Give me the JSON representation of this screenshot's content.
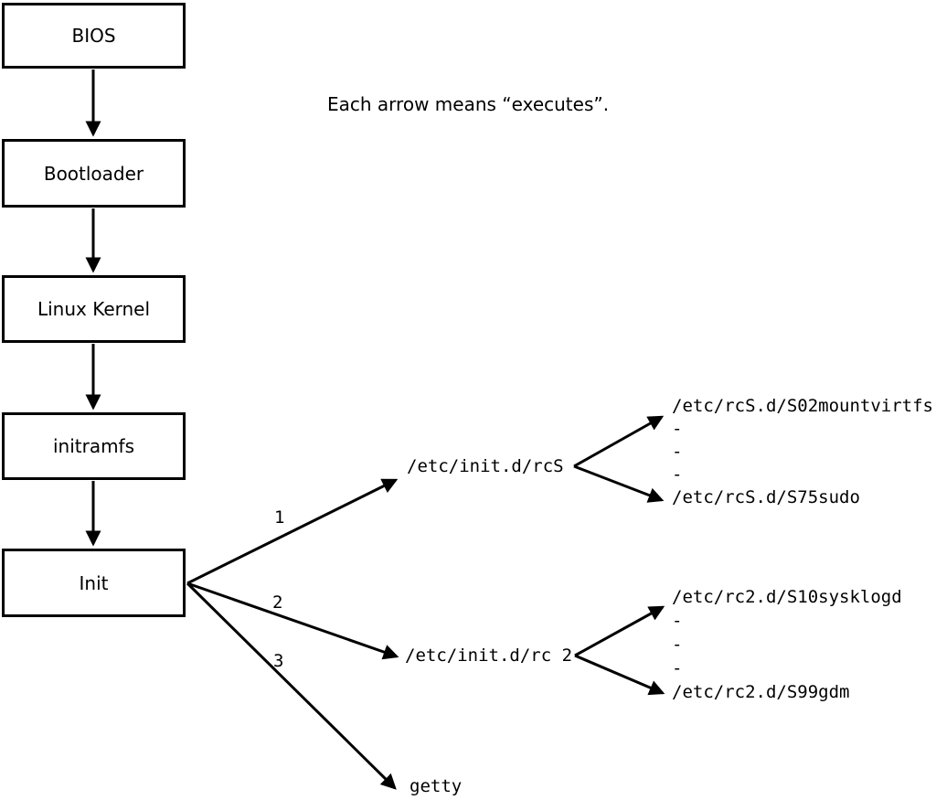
{
  "diagram": {
    "caption": "Each arrow means “executes”.",
    "boxes": [
      {
        "label": "BIOS"
      },
      {
        "label": "Bootloader"
      },
      {
        "label": "Linux Kernel"
      },
      {
        "label": "initramfs"
      },
      {
        "label": "Init"
      }
    ],
    "edge_labels": {
      "one": "1",
      "two": "2",
      "three": "3"
    },
    "targets": {
      "rcs": "/etc/init.d/rcS",
      "rc2": "/etc/init.d/rc 2",
      "getty": "getty"
    },
    "rcs_scripts": [
      "/etc/rcS.d/S02mountvirtfs",
      "-",
      "-",
      "-",
      "/etc/rcS.d/S75sudo"
    ],
    "rc2_scripts": [
      "/etc/rc2.d/S10sysklogd",
      "-",
      "-",
      "-",
      "/etc/rc2.d/S99gdm"
    ],
    "colors": {
      "stroke": "#000000",
      "background": "#ffffff"
    }
  }
}
